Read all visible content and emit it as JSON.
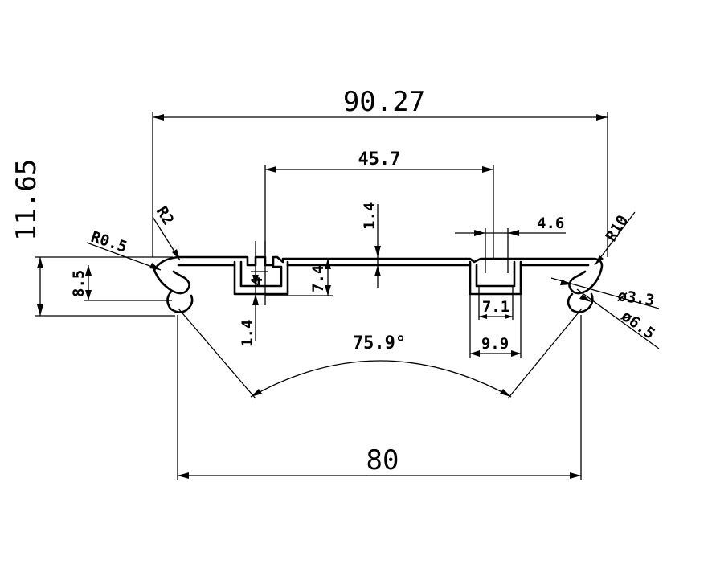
{
  "dimensions": {
    "overall_width": "90.27",
    "slot_spacing": "45.7",
    "bottom_width": "80",
    "height_total": "11.65",
    "height_inner": "8.5",
    "radius_r2": "R2",
    "radius_r05": "R0.5",
    "radius_r10": "R10",
    "wall_top": "1.4",
    "wall_left": "1.4",
    "slot_depth": "7.4",
    "slot_lip": "4",
    "slot_opening": "4.6",
    "slot_inner": "7.1",
    "slot_outer": "9.9",
    "hole_small": "ø3.3",
    "hole_large": "ø6.5",
    "angle": "75.9°"
  }
}
